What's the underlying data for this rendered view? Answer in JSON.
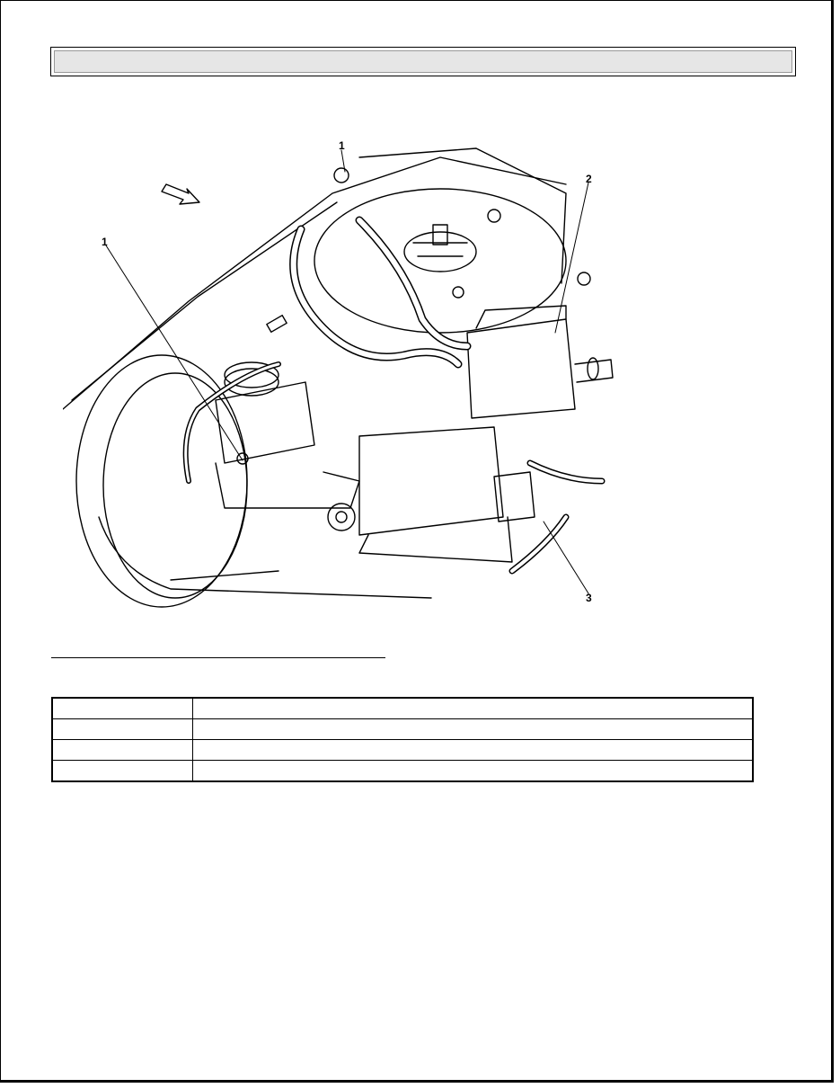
{
  "title_bar": {
    "text": ""
  },
  "figure": {
    "callouts": [
      "1",
      "1",
      "2",
      "3"
    ]
  },
  "legend": {
    "rows": [
      [
        "",
        ""
      ],
      [
        "",
        ""
      ],
      [
        "",
        ""
      ],
      [
        "",
        ""
      ]
    ]
  }
}
